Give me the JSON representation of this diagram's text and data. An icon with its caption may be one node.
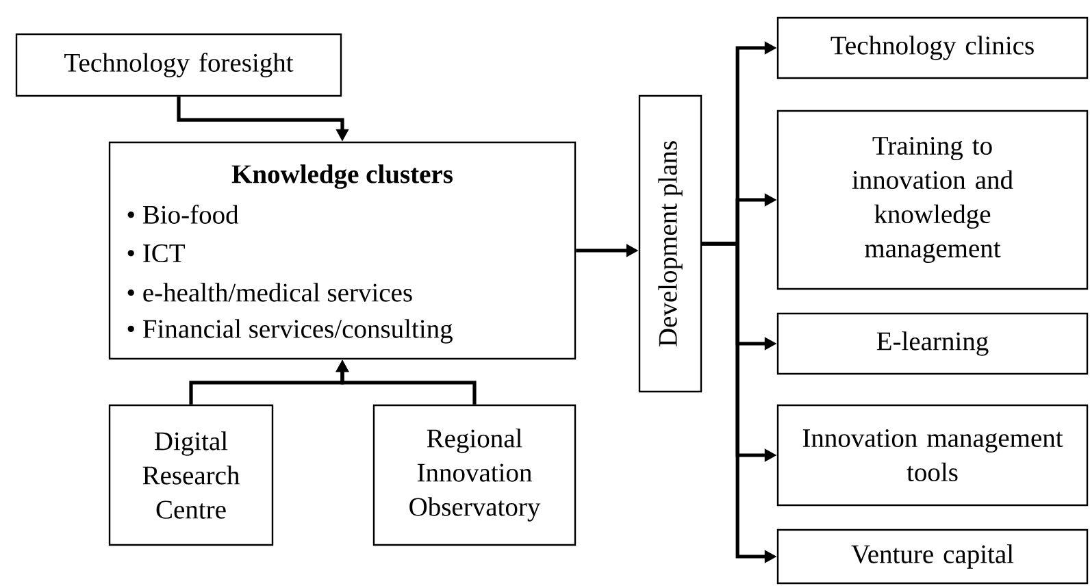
{
  "diagram": {
    "nodes": [
      {
        "text": [
          "Technology foresight"
        ]
      },
      {
        "text": [
          "Knowledge clusters",
          "• Bio-food",
          "• ICT",
          "• e-health/medical services",
          "• Financial services/consulting"
        ]
      },
      {
        "text": [
          "Development plans"
        ]
      },
      {
        "text": [
          "Digital Research Centre"
        ]
      },
      {
        "text": [
          "Regional Innovation Observatory"
        ]
      },
      {
        "text": [
          "Technology clinics"
        ]
      },
      {
        "text": [
          "Training to innovation and knowledge management"
        ]
      },
      {
        "text": [
          "E-learning"
        ]
      },
      {
        "text": [
          "Innovation management tools"
        ]
      },
      {
        "text": [
          "Venture capital"
        ]
      }
    ],
    "edges": [
      {
        "from": 0,
        "to": 1,
        "arrow": "to"
      },
      {
        "from": 3,
        "to": 1,
        "arrow": "to"
      },
      {
        "from": 4,
        "to": 1,
        "arrow": "to"
      },
      {
        "from": 1,
        "to": 2,
        "arrow": "to"
      },
      {
        "from": 2,
        "to": 5,
        "arrow": "to"
      },
      {
        "from": 2,
        "to": 6,
        "arrow": "to"
      },
      {
        "from": 2,
        "to": 7,
        "arrow": "to"
      },
      {
        "from": 2,
        "to": 8,
        "arrow": "to"
      },
      {
        "from": 2,
        "to": 9,
        "arrow": "to"
      }
    ]
  }
}
